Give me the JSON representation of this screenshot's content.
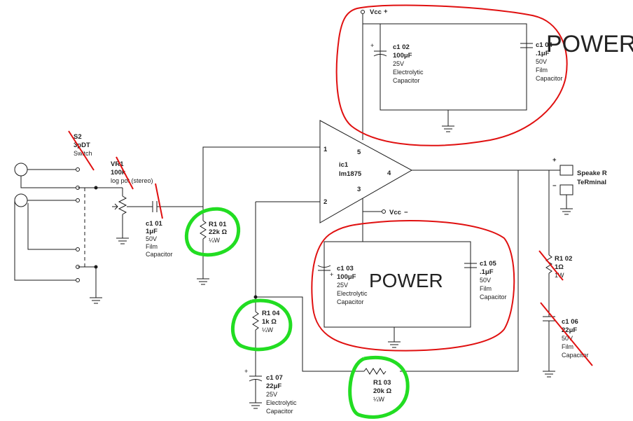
{
  "colors": {
    "wire": "#1a1a1a",
    "annotation_red": "#e01010",
    "annotation_green": "#22dd22"
  },
  "switch": {
    "ref": "S2",
    "value": "3pDT",
    "desc": "Switch"
  },
  "vr1": {
    "ref": "VR1",
    "value": "100k",
    "desc": "log pot (stereo)"
  },
  "c101": {
    "ref": "c1 01",
    "value": "1μF",
    "l1": "50V",
    "l2": "Film",
    "l3": "Capacitor"
  },
  "r101": {
    "ref": "R1 01",
    "value": "22k Ω",
    "power": "¼W"
  },
  "c102": {
    "ref": "c1 02",
    "value": "100μF",
    "l1": "25V",
    "l2": "Electrolytic",
    "l3": "Capacitor"
  },
  "c104": {
    "ref": "c1 04",
    "value": ".1μF",
    "l1": "50V",
    "l2": "Film",
    "l3": "Capacitor"
  },
  "ic1": {
    "ref": "ic1",
    "value": "lm1875",
    "pin1": "1",
    "pin2": "2",
    "pin3": "3",
    "pin4": "4",
    "pin5": "5"
  },
  "vcc_pos": "Vcc",
  "vcc_neg": "Vcc",
  "c103": {
    "ref": "c1 03",
    "value": "100μF",
    "l1": "25V",
    "l2": "Electrolytic",
    "l3": "Capacitor"
  },
  "c105": {
    "ref": "c1 05",
    "value": ".1μF",
    "l1": "50V",
    "l2": "Film",
    "l3": "Capacitor"
  },
  "r104": {
    "ref": "R1 04",
    "value": "1k Ω",
    "power": "¼W"
  },
  "c107": {
    "ref": "c1 07",
    "value": "22μF",
    "l1": "25V",
    "l2": "Electrolytic",
    "l3": "Capacitor"
  },
  "r103": {
    "ref": "R1 03",
    "value": "20k Ω",
    "power": "¼W"
  },
  "r102": {
    "ref": "R1 02",
    "value": "1Ω",
    "power": "1W"
  },
  "c106": {
    "ref": "c1 06",
    "value": "22μF",
    "l1": "50V",
    "l2": "Film",
    "l3": "Capacitor"
  },
  "speaker": {
    "l1": "Speake R",
    "l2": "TeRminal"
  },
  "annotations": {
    "power_top": "POWER",
    "power_bottom": "POWER"
  }
}
